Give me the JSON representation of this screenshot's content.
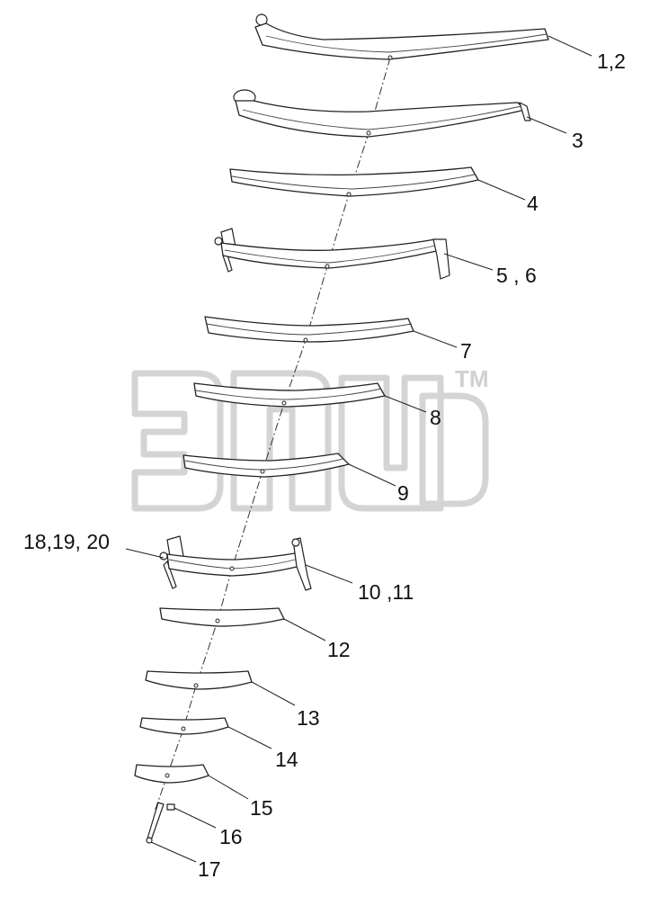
{
  "watermark": {
    "mark": "TM"
  },
  "callouts": [
    {
      "id": "c1",
      "text": "1,2"
    },
    {
      "id": "c3",
      "text": "3"
    },
    {
      "id": "c4",
      "text": "4"
    },
    {
      "id": "c5",
      "text": "5 , 6"
    },
    {
      "id": "c7",
      "text": "7"
    },
    {
      "id": "c8",
      "text": "8"
    },
    {
      "id": "c9",
      "text": "9"
    },
    {
      "id": "c18",
      "text": "18,19, 20"
    },
    {
      "id": "c10",
      "text": "10 ,11"
    },
    {
      "id": "c12",
      "text": "12"
    },
    {
      "id": "c13",
      "text": "13"
    },
    {
      "id": "c14",
      "text": "14"
    },
    {
      "id": "c15",
      "text": "15"
    },
    {
      "id": "c16",
      "text": "16"
    },
    {
      "id": "c17",
      "text": "17"
    }
  ]
}
